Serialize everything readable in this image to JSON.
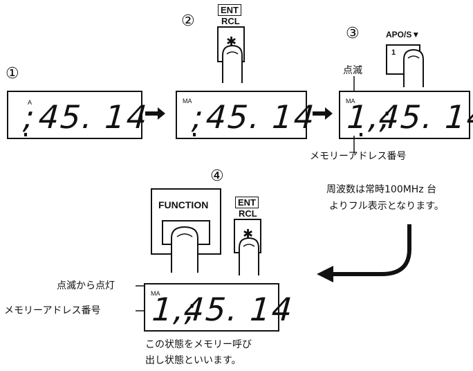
{
  "steps": {
    "s1": "①",
    "s2": "②",
    "s3": "③",
    "s4": "④"
  },
  "display": {
    "freq": "45. 14",
    "prefix_1": ";",
    "prefix_2": ";",
    "prefix_3": "1,;",
    "prefix_4": "1,;"
  },
  "indicators": {
    "A": "A",
    "MA": "MA"
  },
  "keys": {
    "ent": "ENT",
    "rcl": "RCL",
    "star": "✱",
    "apo": "APO/S▼",
    "one": "1",
    "function": "FUNCTION"
  },
  "annotations": {
    "blink": "点滅",
    "mem_addr": "メモリーアドレス番号",
    "note_line1": "周波数は常時100MHz 台",
    "note_line2": "よりフル表示となります。",
    "blink_to_lit": "点滅から点灯",
    "mem_addr_2": "メモリーアドレス番号",
    "caption_line1": "この状態をメモリー呼び",
    "caption_line2": "出し状態といいます。"
  },
  "icons": {
    "arrow_right": "arrow-right-icon",
    "finger": "finger-icon",
    "curved_arrow": "curved-arrow-icon"
  }
}
